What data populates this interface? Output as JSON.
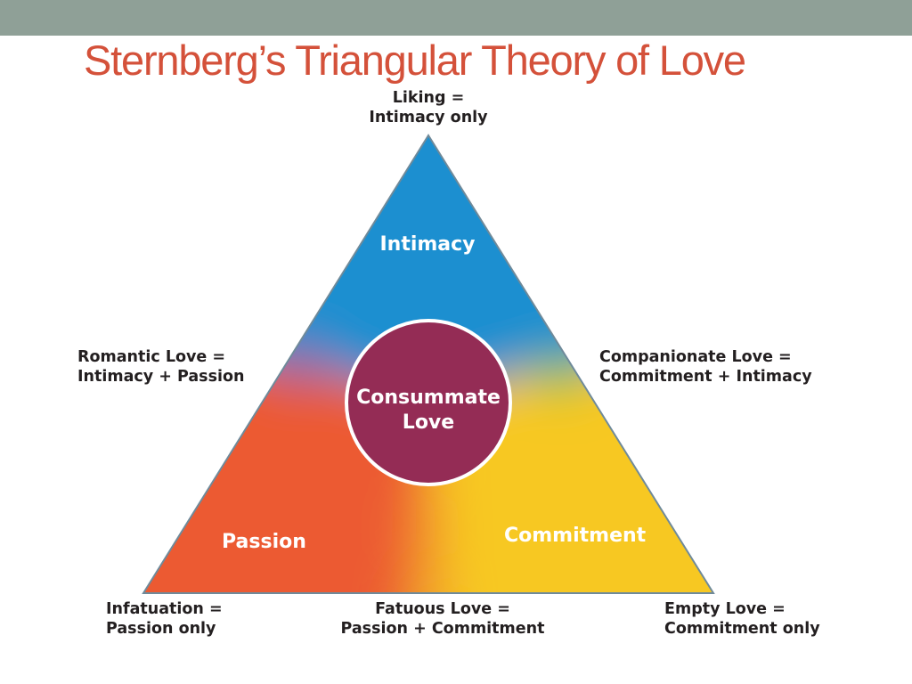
{
  "slide": {
    "title": "Sternberg’s Triangular Theory of Love",
    "header_bar_color": "#8fa097",
    "title_color": "#d4513a"
  },
  "triangle": {
    "components": {
      "top": "Intimacy",
      "left": "Passion",
      "right": "Commitment",
      "center_line1": "Consummate",
      "center_line2": "Love"
    },
    "colors": {
      "intimacy": "#1a8fd0",
      "passion": "#ec5a32",
      "commitment": "#f7c822",
      "center": "#942c55"
    }
  },
  "labels": {
    "top": {
      "line1": "Liking =",
      "line2": "Intimacy only"
    },
    "left_mid": {
      "line1": "Romantic Love =",
      "line2": "Intimacy + Passion"
    },
    "right_mid": {
      "line1": "Companionate Love =",
      "line2": "Commitment + Intimacy"
    },
    "bottom_left": {
      "line1": "Infatuation =",
      "line2": "Passion only"
    },
    "bottom_center": {
      "line1": "Fatuous Love =",
      "line2": "Passion + Commitment"
    },
    "bottom_right": {
      "line1": "Empty Love =",
      "line2": "Commitment only"
    }
  }
}
